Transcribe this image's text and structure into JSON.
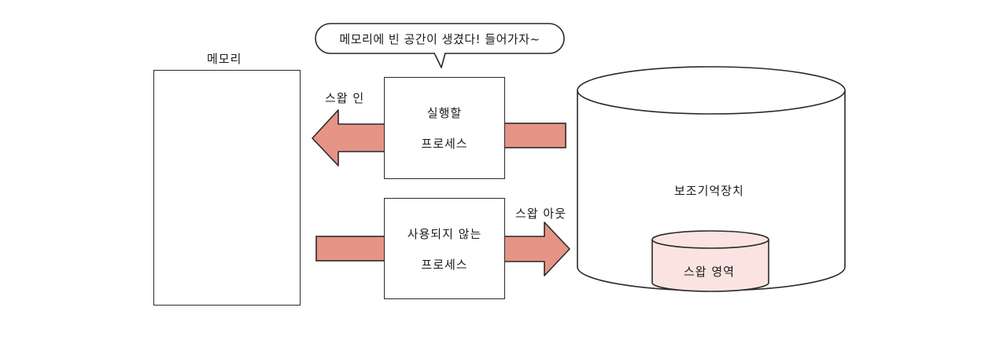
{
  "memory": {
    "title": "메모리"
  },
  "speech_bubble": {
    "text": "메모리에 빈 공간이 생겼다! 들어가자~"
  },
  "swap_in": {
    "label": "스왑 인"
  },
  "swap_out": {
    "label": "스왑 아웃"
  },
  "process_to_run": {
    "line1": "실행할",
    "line2": "프로세스"
  },
  "unused_process": {
    "line1": "사용되지 않는",
    "line2": "프로세스"
  },
  "storage": {
    "label": "보조기억장치"
  },
  "swap_area": {
    "label": "스왑 영역"
  },
  "colors": {
    "arrow_fill": "#e59486",
    "swap_area_fill": "#fbe3e1",
    "stroke": "#2a2a2a"
  }
}
